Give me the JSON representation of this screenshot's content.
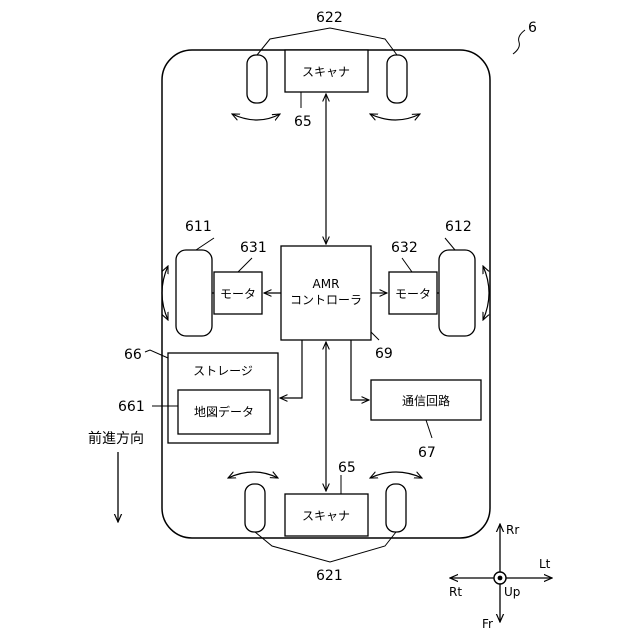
{
  "figure_number": "6",
  "components": {
    "controller": {
      "line1": "AMR",
      "line2": "コントローラ",
      "ref": "69"
    },
    "scanner_front": {
      "label": "スキャナ",
      "ref": "65"
    },
    "scanner_rear": {
      "label": "スキャナ",
      "ref": "65"
    },
    "motor_left": {
      "label": "モータ",
      "ref": "631"
    },
    "motor_right": {
      "label": "モータ",
      "ref": "632"
    },
    "storage": {
      "label": "ストレージ",
      "ref": "66"
    },
    "map_data": {
      "label": "地図データ",
      "ref": "661"
    },
    "comm_circuit": {
      "label": "通信回路",
      "ref": "67"
    },
    "wheel_left": {
      "ref": "611"
    },
    "wheel_right": {
      "ref": "612"
    },
    "casters_top": {
      "ref": "622"
    },
    "casters_bottom": {
      "ref": "621"
    }
  },
  "direction_label": "前進方向",
  "axes": {
    "up": "Rr",
    "down": "Fr",
    "left": "Rt",
    "right": "Lt",
    "center": "Up"
  }
}
